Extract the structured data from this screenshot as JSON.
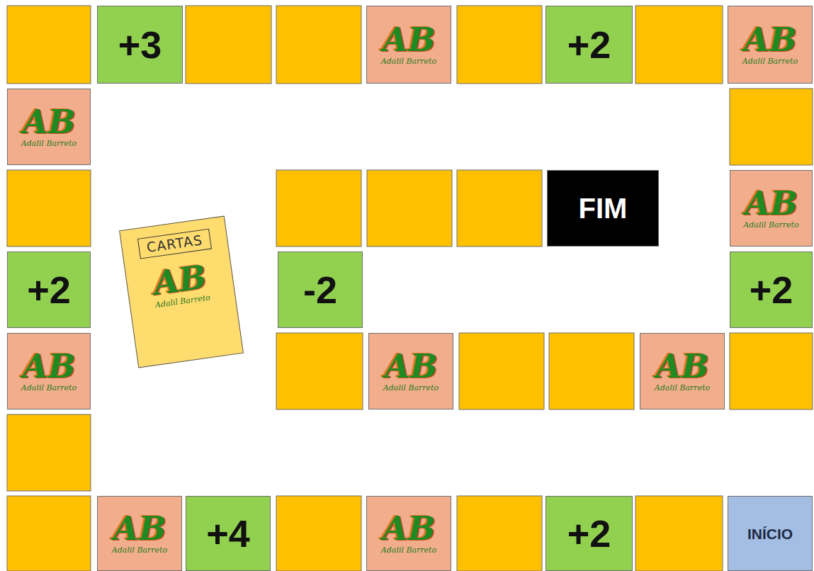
{
  "diagram": {
    "nodes": [
      {
        "text": [
          "+3"
        ]
      },
      {
        "text": [
          "AB",
          "Adalil Barreto"
        ]
      },
      {
        "text": [
          "+2"
        ]
      },
      {
        "text": [
          "AB",
          "Adalil Barreto"
        ]
      },
      {
        "text": [
          "AB",
          "Adalil Barreto"
        ]
      },
      {
        "text": [
          "FIM"
        ]
      },
      {
        "text": [
          "AB",
          "Adalil Barreto"
        ]
      },
      {
        "text": [
          "+2"
        ]
      },
      {
        "text": [
          "CARTAS",
          "AB",
          "Adalil Barreto"
        ]
      },
      {
        "text": [
          "-2"
        ]
      },
      {
        "text": [
          "+2"
        ]
      },
      {
        "text": [
          "AB",
          "Adalil Barreto"
        ]
      },
      {
        "text": [
          "AB",
          "Adalil Barreto"
        ]
      },
      {
        "text": [
          "AB",
          "Adalil Barreto"
        ]
      },
      {
        "text": [
          "AB",
          "Adalil Barreto"
        ]
      },
      {
        "text": [
          "+4"
        ]
      },
      {
        "text": [
          "AB",
          "Adalil Barreto"
        ]
      },
      {
        "text": [
          "+2"
        ]
      },
      {
        "text": [
          "INÍCIO"
        ]
      }
    ]
  }
}
